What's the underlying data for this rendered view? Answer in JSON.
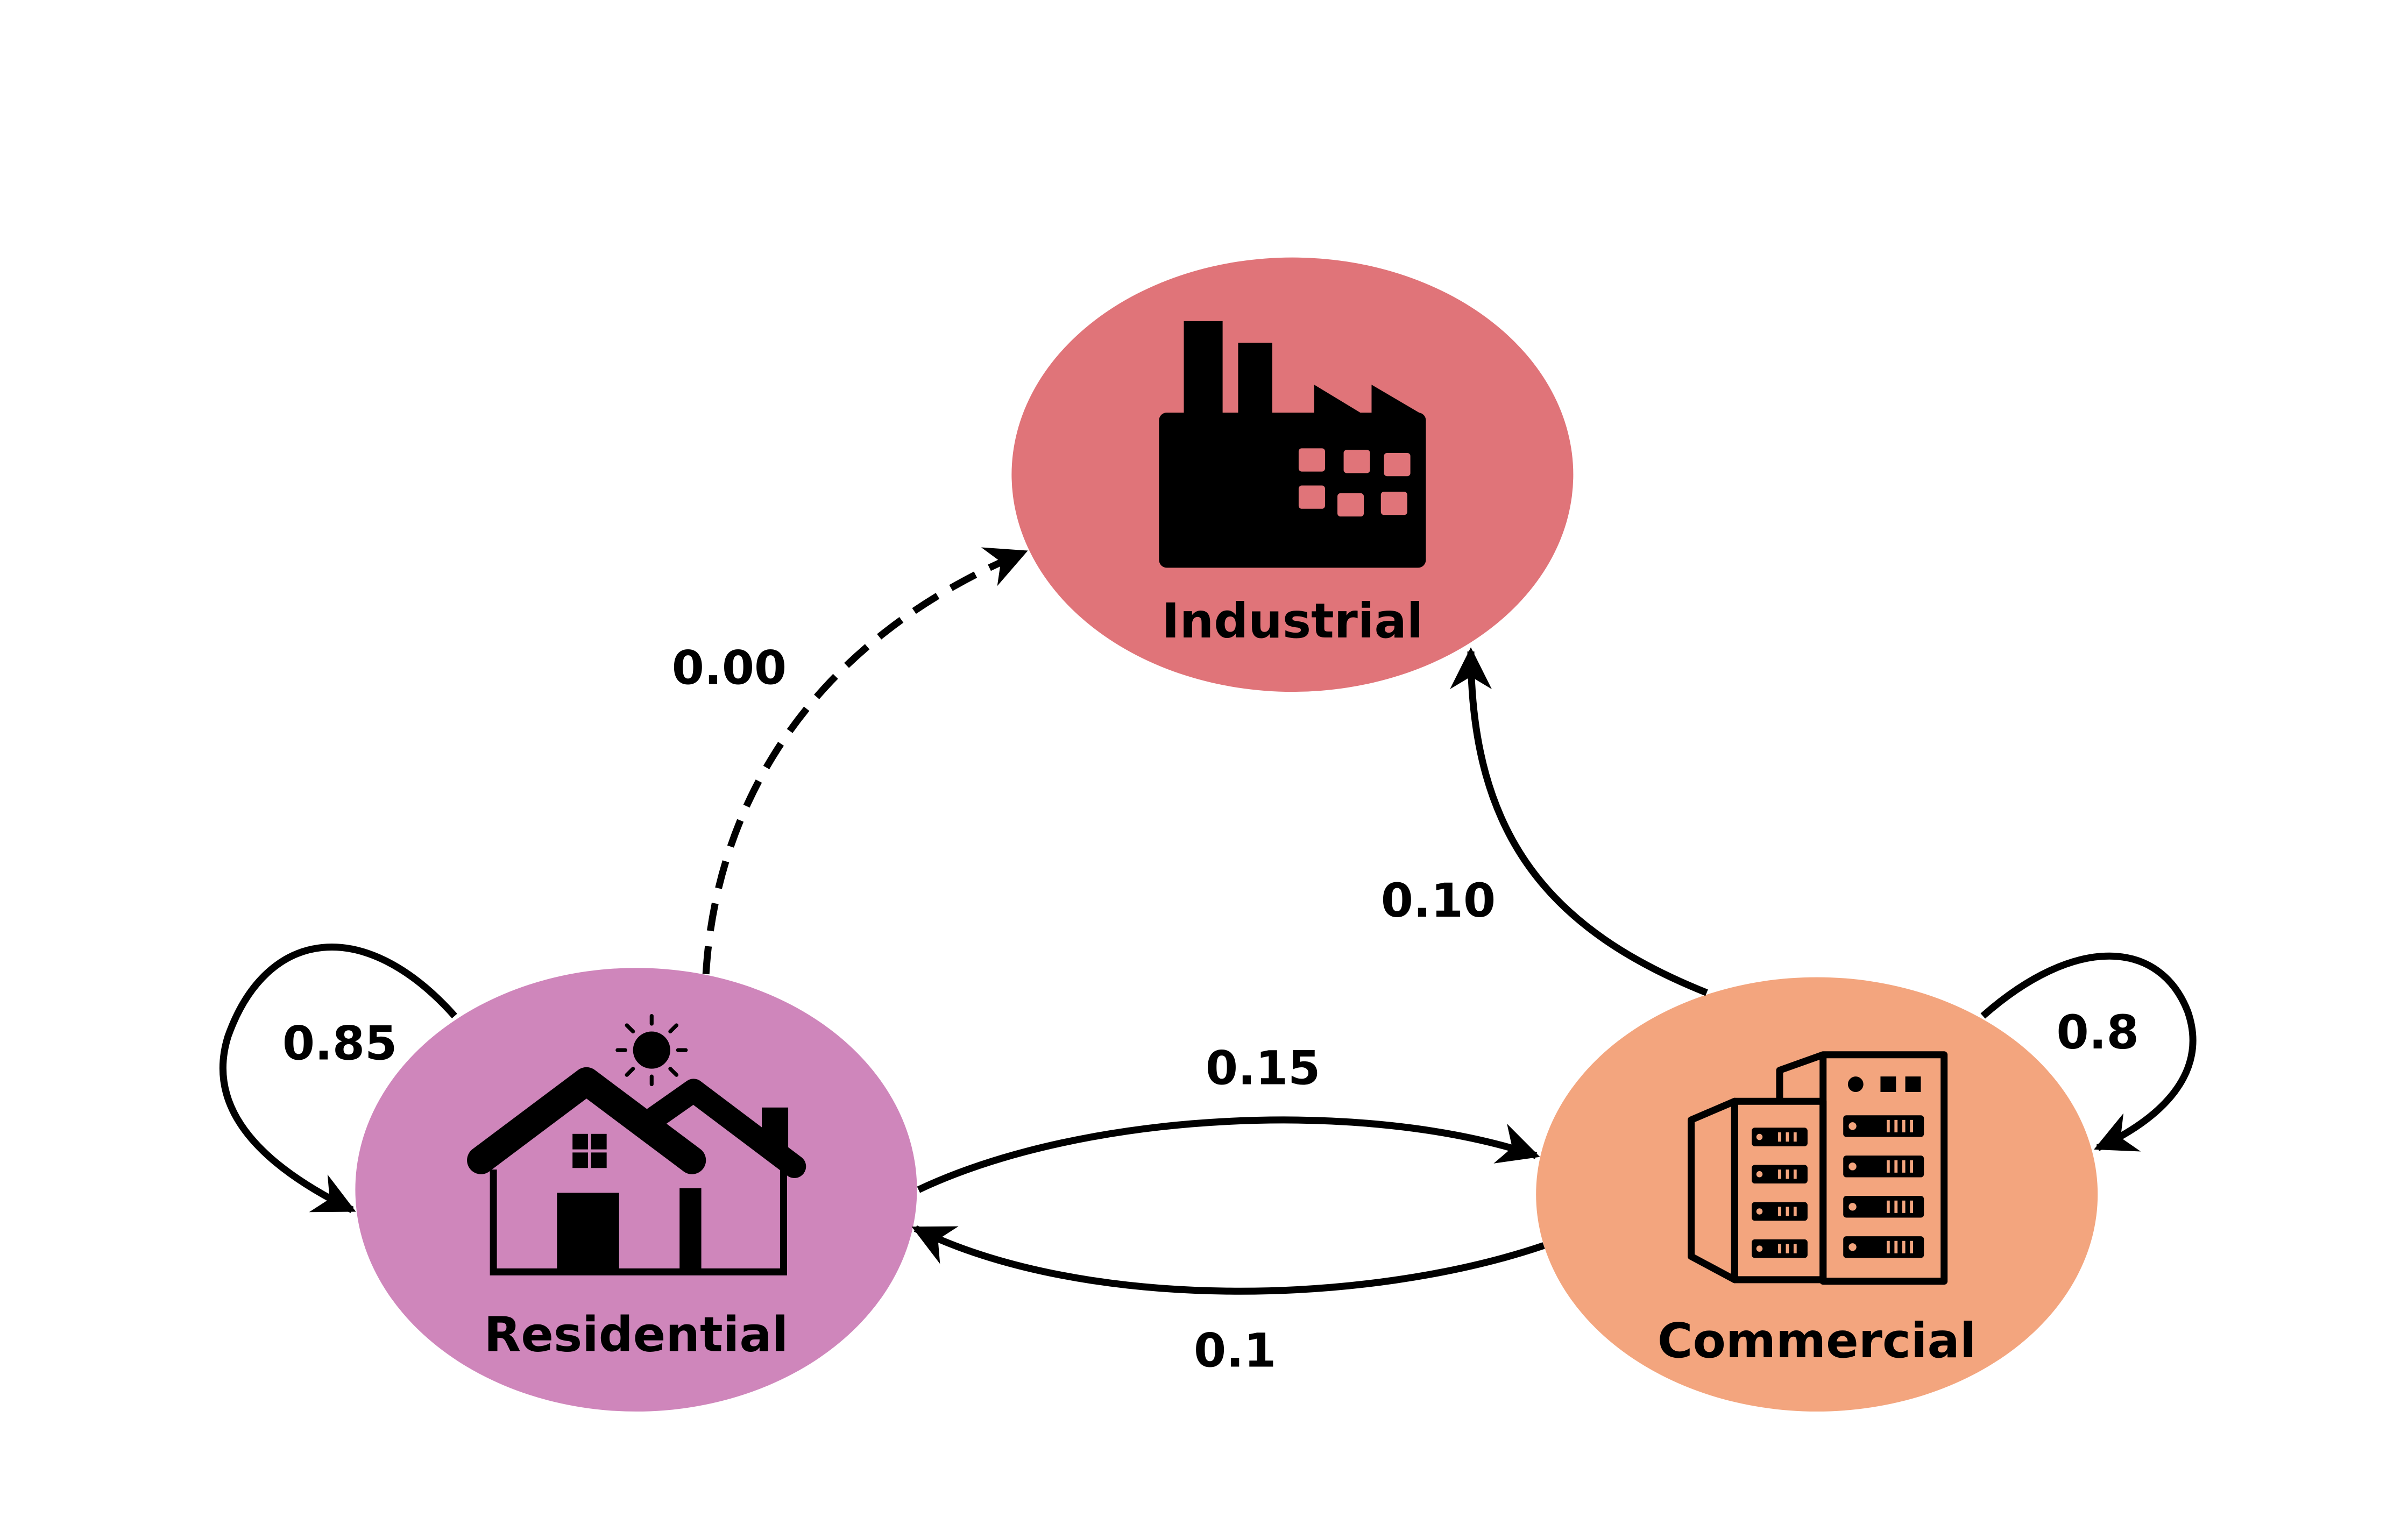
{
  "nodes": {
    "industrial": {
      "label": "Industrial",
      "color": "#E07479",
      "icon": "factory-icon"
    },
    "residential": {
      "label": "Residential",
      "color": "#CF86BB",
      "icon": "house-icon"
    },
    "commercial": {
      "label": "Commercial",
      "color": "#F3A57E",
      "icon": "office-building-icon"
    }
  },
  "edges": [
    {
      "from": "Residential",
      "to": "Industrial",
      "label": "0.00",
      "style": "dashed"
    },
    {
      "from": "Commercial",
      "to": "Industrial",
      "label": "0.10",
      "style": "solid"
    },
    {
      "from": "Residential",
      "to": "Residential",
      "label": "0.85",
      "style": "solid"
    },
    {
      "from": "Residential",
      "to": "Commercial",
      "label": "0.15",
      "style": "solid"
    },
    {
      "from": "Commercial",
      "to": "Residential",
      "label": "0.1",
      "style": "solid"
    },
    {
      "from": "Commercial",
      "to": "Commercial",
      "label": "0.8",
      "style": "solid"
    }
  ]
}
